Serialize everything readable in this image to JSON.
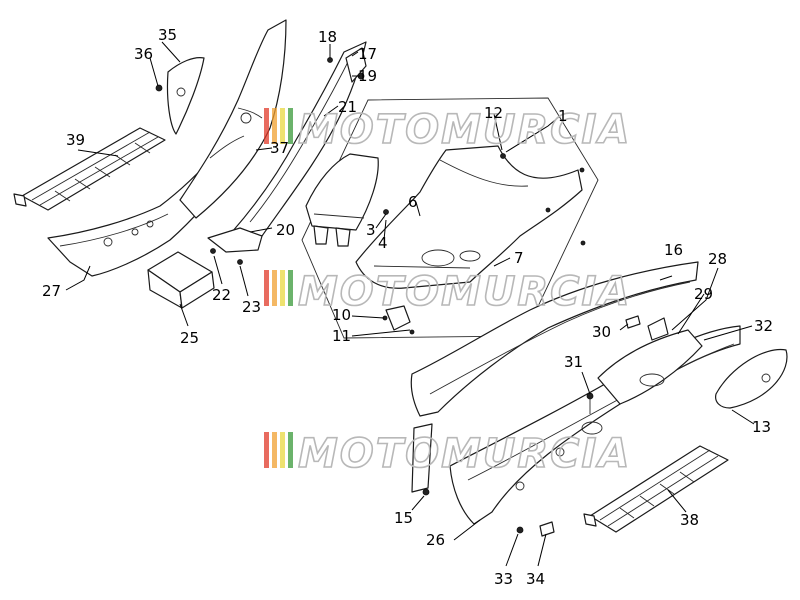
{
  "diagram": {
    "watermark": "MOTOMURCIA",
    "labels": {
      "l1": "1",
      "l3": "3",
      "l4": "4",
      "l6": "6",
      "l7": "7",
      "l10": "10",
      "l11": "11",
      "l12": "12",
      "l13": "13",
      "l15": "15",
      "l16": "16",
      "l17": "17",
      "l18": "18",
      "l19": "19",
      "l20": "20",
      "l21": "21",
      "l22": "22",
      "l23": "23",
      "l25": "25",
      "l26": "26",
      "l27": "27",
      "l28": "28",
      "l29": "29",
      "l30": "30",
      "l31": "31",
      "l32": "32",
      "l33": "33",
      "l34": "34",
      "l35": "35",
      "l36": "36",
      "l37": "37",
      "l38": "38",
      "l39": "39"
    }
  },
  "colors": {
    "line": "#1a1a1a",
    "watermark_stroke": "#b8b8b8",
    "stripe_red": "#e03a2a",
    "stripe_orange": "#f0a030",
    "stripe_yellow": "#e8d840",
    "stripe_green": "#3a9a3a"
  }
}
